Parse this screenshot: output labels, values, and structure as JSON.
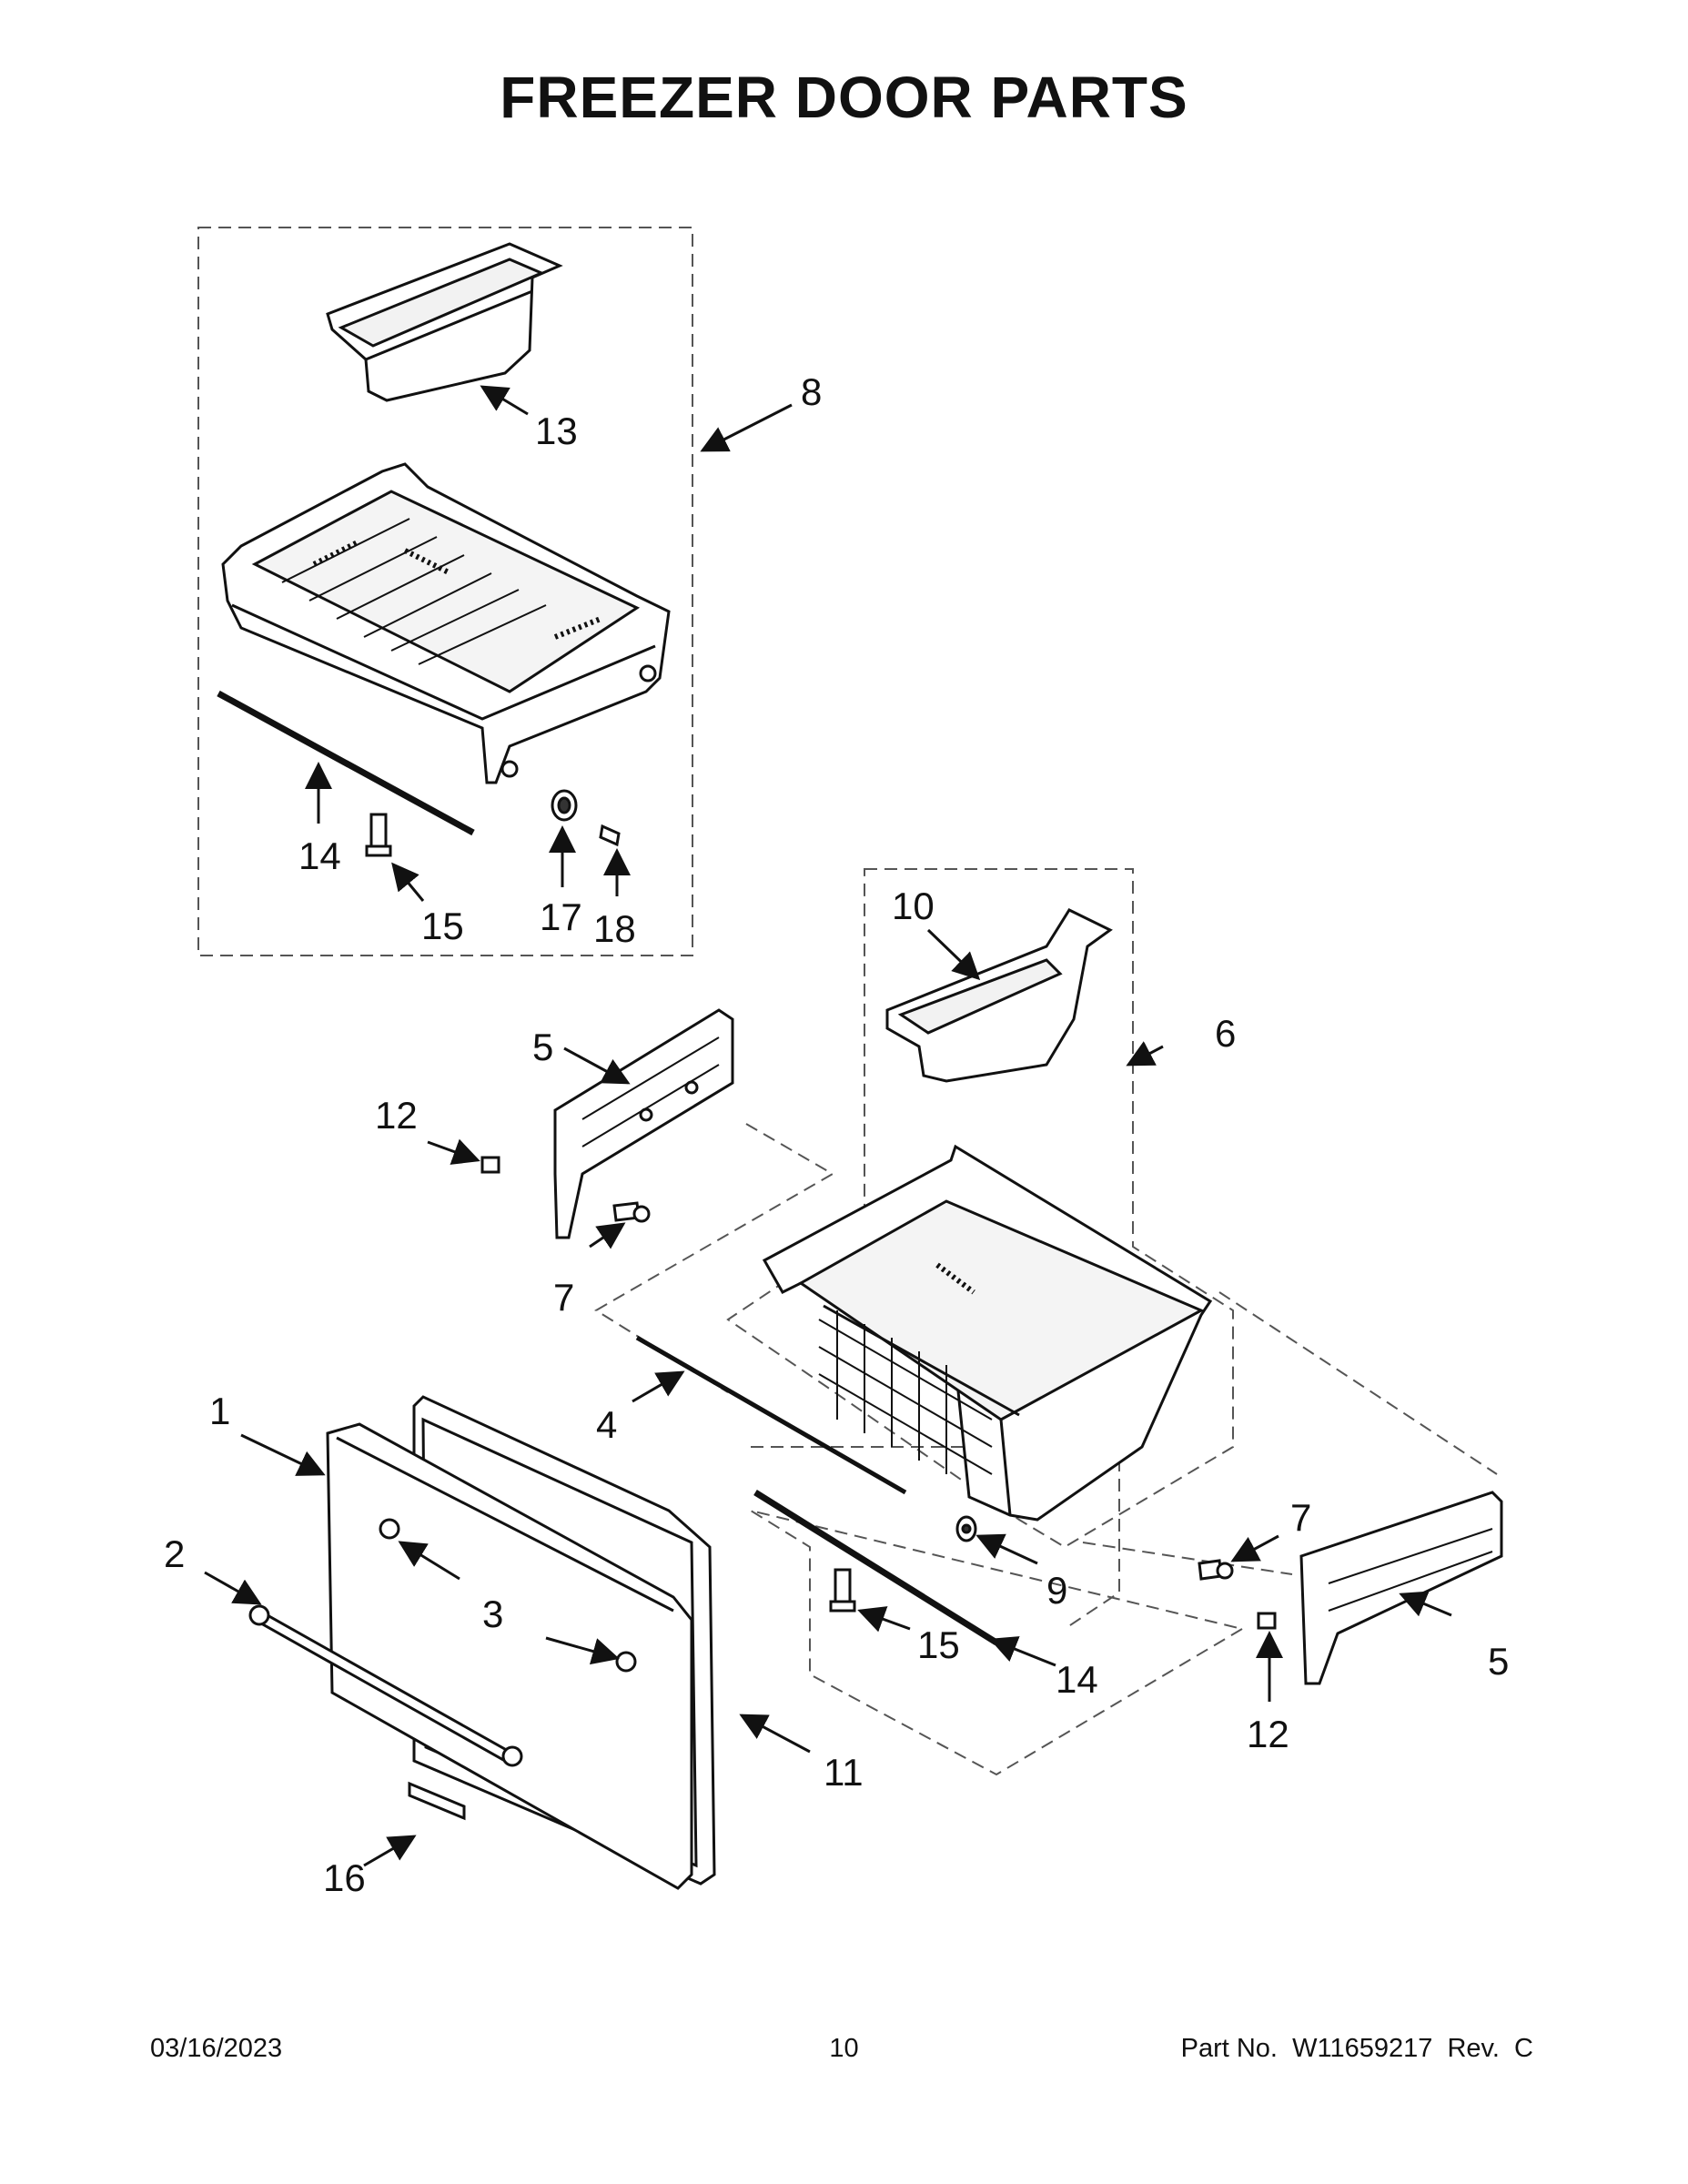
{
  "title": "FREEZER DOOR PARTS",
  "footer": {
    "date": "03/16/2023",
    "page": "10",
    "part_number": "Part No.  W11659217  Rev.  C"
  },
  "callouts": [
    {
      "id": "c1",
      "text": "1"
    },
    {
      "id": "c2",
      "text": "2"
    },
    {
      "id": "c3",
      "text": "3"
    },
    {
      "id": "c4",
      "text": "4"
    },
    {
      "id": "c5a",
      "text": "5"
    },
    {
      "id": "c5b",
      "text": "5"
    },
    {
      "id": "c6",
      "text": "6"
    },
    {
      "id": "c7a",
      "text": "7"
    },
    {
      "id": "c7b",
      "text": "7"
    },
    {
      "id": "c8",
      "text": "8"
    },
    {
      "id": "c9",
      "text": "9"
    },
    {
      "id": "c10",
      "text": "10"
    },
    {
      "id": "c11",
      "text": "11"
    },
    {
      "id": "c12a",
      "text": "12"
    },
    {
      "id": "c12b",
      "text": "12"
    },
    {
      "id": "c13",
      "text": "13"
    },
    {
      "id": "c14a",
      "text": "14"
    },
    {
      "id": "c14b",
      "text": "14"
    },
    {
      "id": "c15a",
      "text": "15"
    },
    {
      "id": "c15b",
      "text": "15"
    },
    {
      "id": "c16",
      "text": "16"
    },
    {
      "id": "c17",
      "text": "17"
    },
    {
      "id": "c18",
      "text": "18"
    }
  ]
}
